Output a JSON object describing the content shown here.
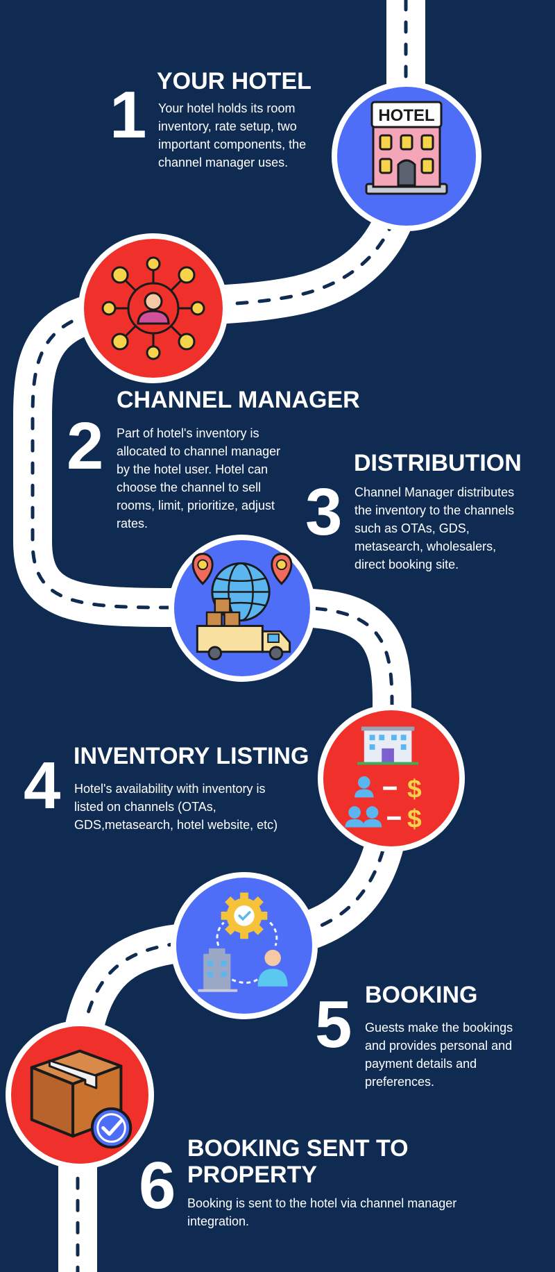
{
  "colors": {
    "background": "#0f2b52",
    "road": "#ffffff",
    "road_dash": "#0f2b52",
    "circle_blue": "#4f6ef7",
    "circle_red": "#f0302a"
  },
  "steps": [
    {
      "number": "1",
      "title": "YOUR HOTEL",
      "icon": "hotel-building-icon",
      "description": "Your hotel holds its room inventory, rate setup, two important components, the channel manager uses."
    },
    {
      "number": "2",
      "title": "CHANNEL MANAGER",
      "icon": "network-person-icon",
      "description": "Part of hotel's inventory is allocated to channel manager by the hotel user. Hotel can choose the channel to sell rooms, limit, prioritize, adjust rates."
    },
    {
      "number": "3",
      "title": "DISTRIBUTION",
      "icon": "globe-delivery-truck-icon",
      "description": "Channel Manager distributes the inventory to the channels such as OTAs, GDS, metasearch, wholesalers, direct booking site."
    },
    {
      "number": "4",
      "title": "INVENTORY LISTING",
      "icon": "hotel-pricing-icon",
      "description": "Hotel's availability with inventory is listed on channels (OTAs, GDS,metasearch, hotel website, etc)"
    },
    {
      "number": "5",
      "title": "BOOKING",
      "icon": "gear-booking-flow-icon",
      "description": "Guests make the bookings and provides personal and payment details and preferences."
    },
    {
      "number": "6",
      "title": "BOOKING SENT TO PROPERTY",
      "icon": "package-check-icon",
      "description": "Booking is sent to the hotel via channel manager integration."
    }
  ],
  "icon_text": {
    "hotel_sign": "HOTEL",
    "currency": "$"
  }
}
